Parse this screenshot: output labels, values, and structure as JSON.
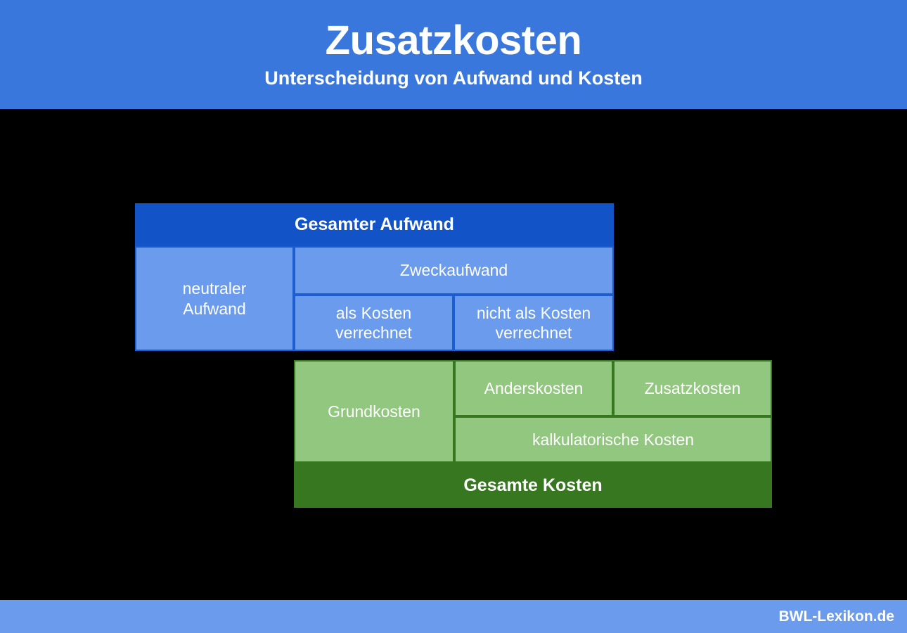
{
  "header": {
    "title": "Zusatzkosten",
    "subtitle": "Unterscheidung von Aufwand und Kosten",
    "background_color": "#3a77dc",
    "text_color": "#ffffff"
  },
  "diagram": {
    "background_color": "#000000",
    "expense_block": {
      "total_label": "Gesamter Aufwand",
      "total_color": "#1254c8",
      "detail_color": "#6a9bec",
      "border_color": "#1c5ed0",
      "cells": [
        {
          "label": "neutraler\nAufwand"
        },
        {
          "label": "Zweckaufwand"
        },
        {
          "label": "als Kosten\nverrechnet"
        },
        {
          "label": "nicht als Kosten\nverrechnet"
        }
      ]
    },
    "cost_block": {
      "total_label": "Gesamte Kosten",
      "total_color": "#37771f",
      "detail_color": "#92c77f",
      "border_color": "#37771f",
      "cells": [
        {
          "label": "Grundkosten"
        },
        {
          "label": "Anderskosten"
        },
        {
          "label": "Zusatzkosten"
        },
        {
          "label": "kalkulatorische Kosten"
        }
      ]
    }
  },
  "footer": {
    "brand": "BWL-Lexikon.de",
    "background_color": "#6a9bec",
    "text_color": "#ffffff"
  }
}
